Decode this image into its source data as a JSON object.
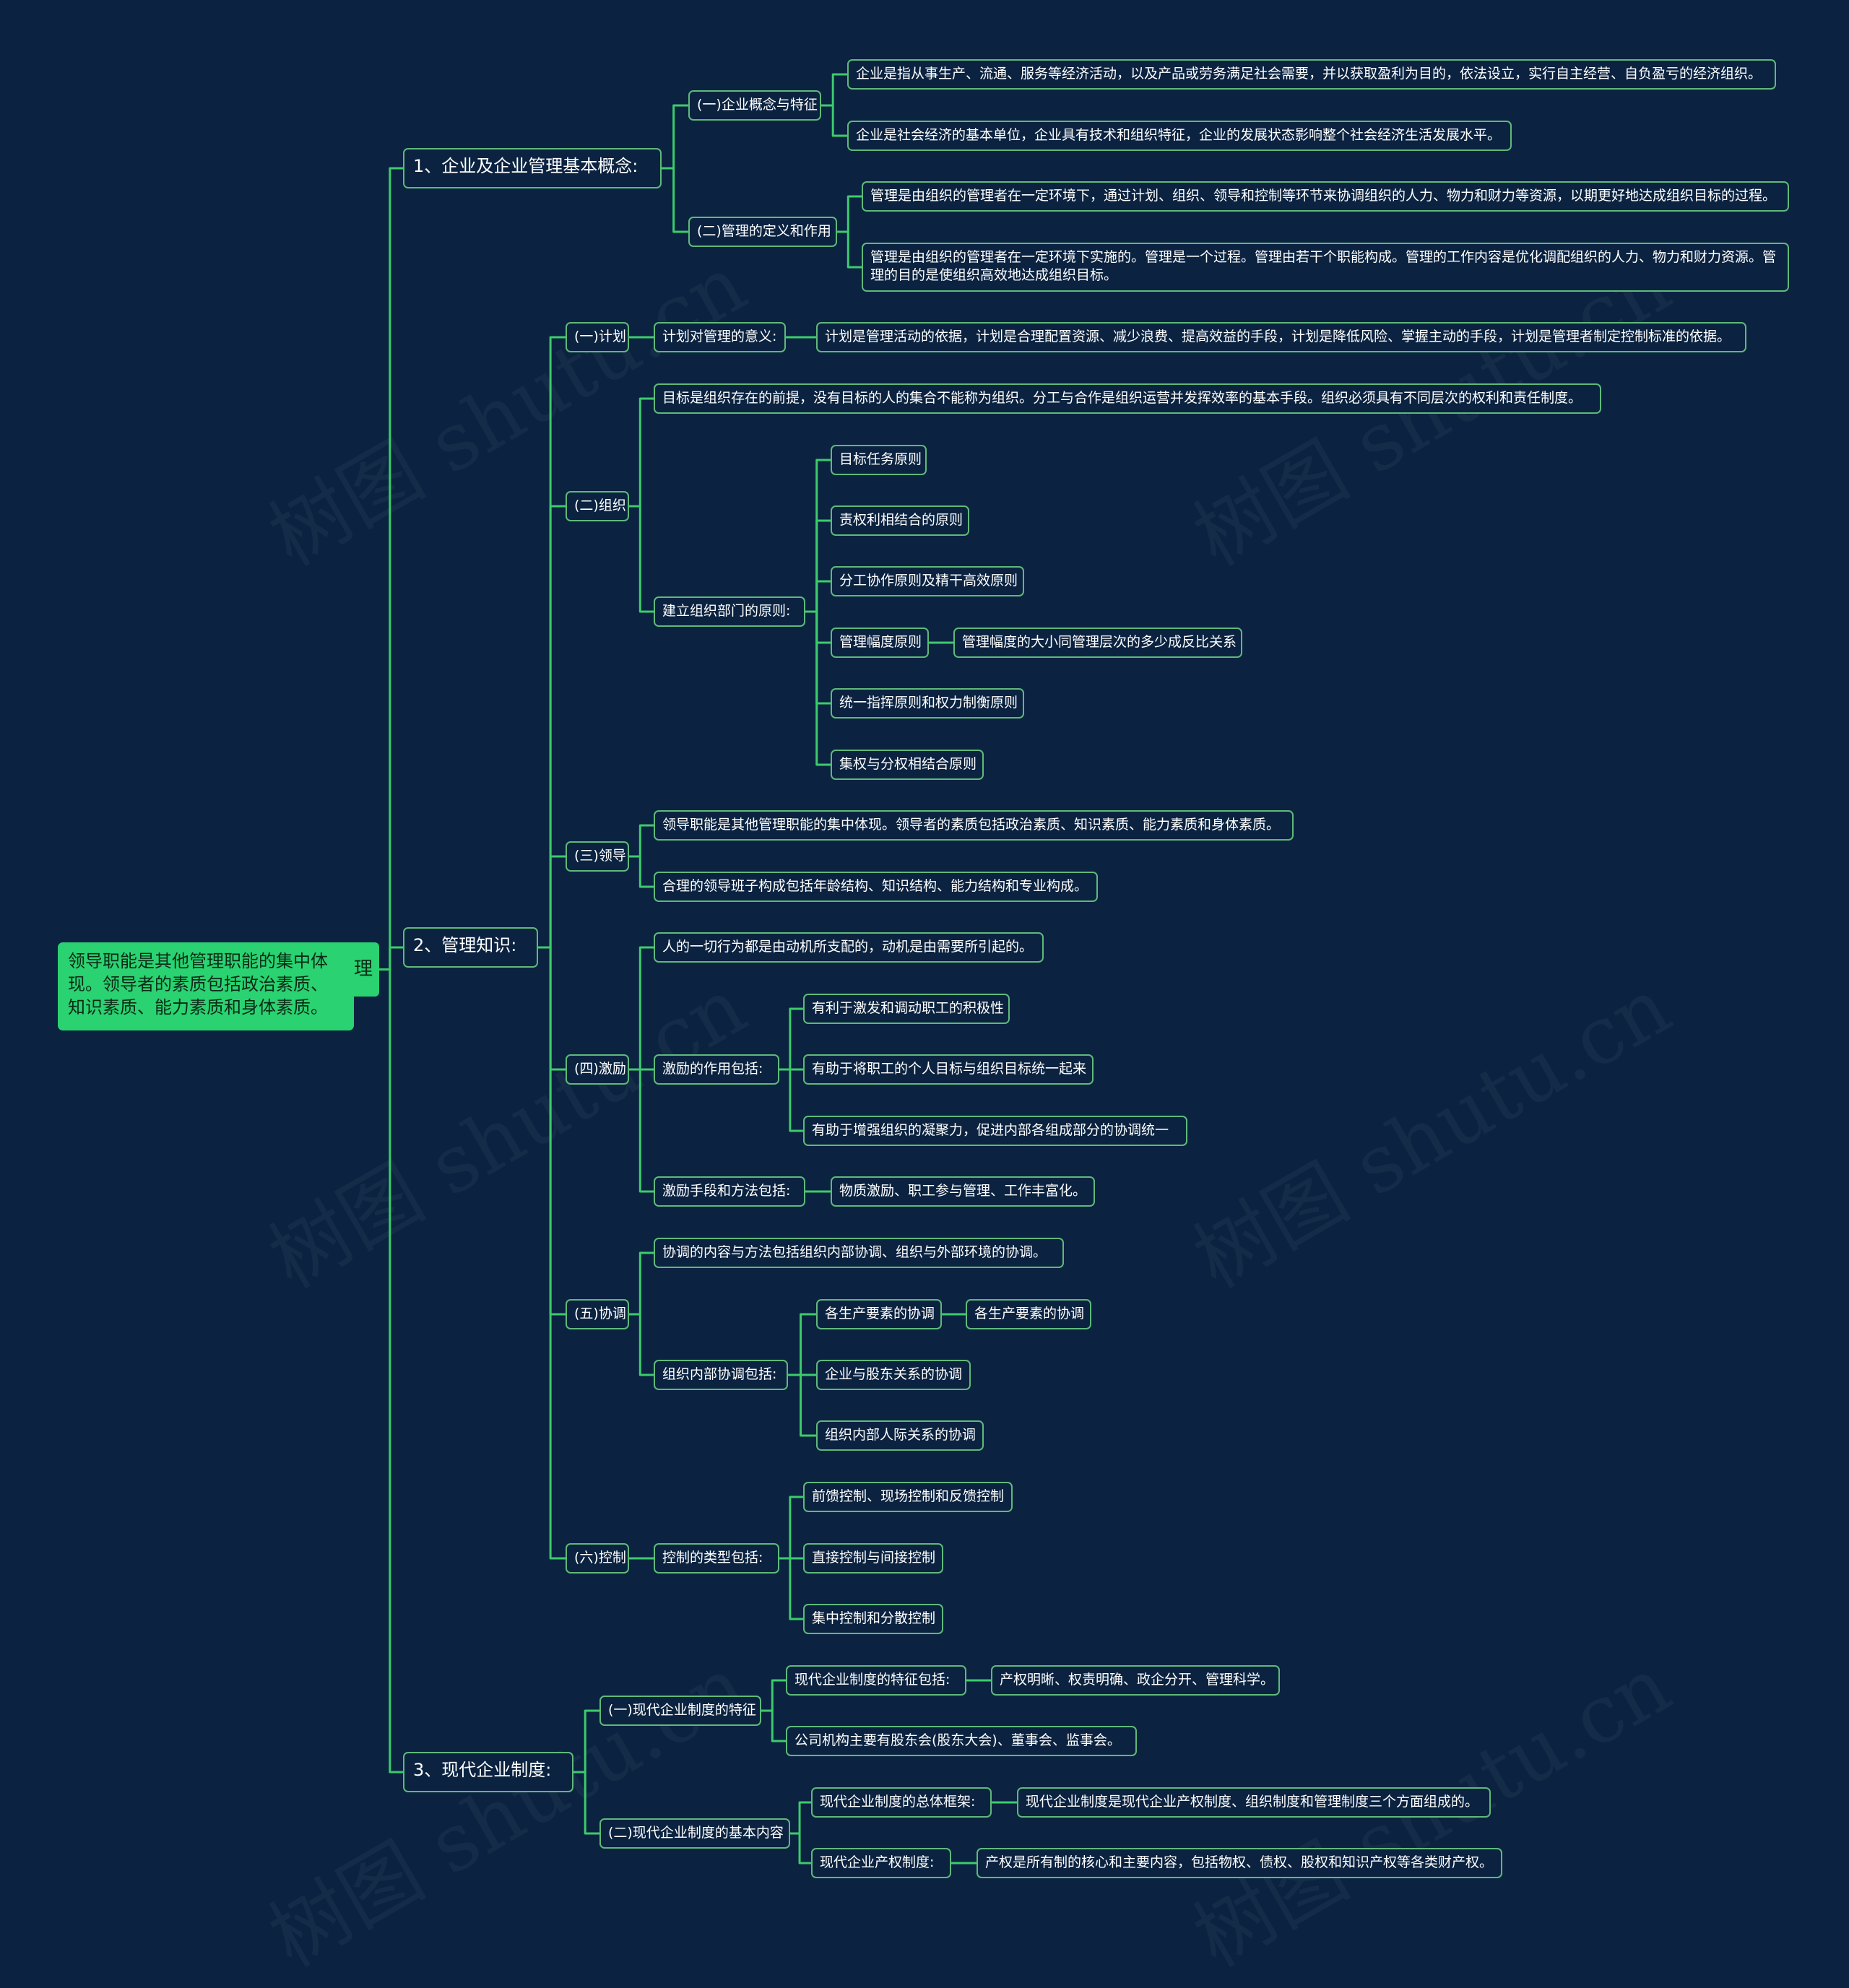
{
  "watermark_text": "树图 shutu.cn",
  "colors": {
    "background": "#0b2340",
    "line": "#3ccb6c",
    "node_border": "#5fb97a",
    "root_fill": "#2ad271"
  },
  "root": {
    "label": "领导职能是其他管理职能的集中体现。领导者的素质包括政治素质、知识素质、能力素质和身体素质。",
    "hidden_label": "理"
  },
  "sections": [
    {
      "label": "1、企业及企业管理基本概念:",
      "children": [
        {
          "label": "(一)企业概念与特征",
          "children": [
            {
              "label": "企业是指从事生产、流通、服务等经济活动，以及产品或劳务满足社会需要，并以获取盈利为目的，依法设立，实行自主经营、自负盈亏的经济组织。"
            },
            {
              "label": "企业是社会经济的基本单位，企业具有技术和组织特征，企业的发展状态影响整个社会经济生活发展水平。"
            }
          ]
        },
        {
          "label": "(二)管理的定义和作用",
          "children": [
            {
              "label": "管理是由组织的管理者在一定环境下，通过计划、组织、领导和控制等环节来协调组织的人力、物力和财力等资源，以期更好地达成组织目标的过程。"
            },
            {
              "label": "管理是由组织的管理者在一定环境下实施的。管理是一个过程。管理由若干个职能构成。管理的工作内容是优化调配组织的人力、物力和财力资源。管理的目的是使组织高效地达成组织目标。"
            }
          ]
        }
      ]
    },
    {
      "label": "2、管理知识:",
      "children": [
        {
          "label": "(一)计划",
          "children": [
            {
              "label": "计划对管理的意义:",
              "children": [
                {
                  "label": "计划是管理活动的依据，计划是合理配置资源、减少浪费、提高效益的手段，计划是降低风险、掌握主动的手段，计划是管理者制定控制标准的依据。"
                }
              ]
            }
          ]
        },
        {
          "label": "(二)组织",
          "children": [
            {
              "label": "目标是组织存在的前提，没有目标的人的集合不能称为组织。分工与合作是组织运营并发挥效率的基本手段。组织必须具有不同层次的权利和责任制度。"
            },
            {
              "label": "建立组织部门的原则:",
              "children": [
                {
                  "label": "目标任务原则"
                },
                {
                  "label": "责权利相结合的原则"
                },
                {
                  "label": "分工协作原则及精干高效原则"
                },
                {
                  "label": "管理幅度原则",
                  "children": [
                    {
                      "label": "管理幅度的大小同管理层次的多少成反比关系"
                    }
                  ]
                },
                {
                  "label": "统一指挥原则和权力制衡原则"
                },
                {
                  "label": "集权与分权相结合原则"
                }
              ]
            }
          ]
        },
        {
          "label": "(三)领导",
          "children": [
            {
              "label": "领导职能是其他管理职能的集中体现。领导者的素质包括政治素质、知识素质、能力素质和身体素质。"
            },
            {
              "label": "合理的领导班子构成包括年龄结构、知识结构、能力结构和专业构成。"
            }
          ]
        },
        {
          "label": "(四)激励",
          "children": [
            {
              "label": "人的一切行为都是由动机所支配的，动机是由需要所引起的。"
            },
            {
              "label": "激励的作用包括:",
              "children": [
                {
                  "label": "有利于激发和调动职工的积极性"
                },
                {
                  "label": "有助于将职工的个人目标与组织目标统一起来"
                },
                {
                  "label": "有助于增强组织的凝聚力，促进内部各组成部分的协调统一"
                }
              ]
            },
            {
              "label": "激励手段和方法包括:",
              "children": [
                {
                  "label": "物质激励、职工参与管理、工作丰富化。"
                }
              ]
            }
          ]
        },
        {
          "label": "(五)协调",
          "children": [
            {
              "label": "协调的内容与方法包括组织内部协调、组织与外部环境的协调。"
            },
            {
              "label": "组织内部协调包括:",
              "children": [
                {
                  "label": "各生产要素的协调",
                  "children": [
                    {
                      "label": "各生产要素的协调"
                    }
                  ]
                },
                {
                  "label": "企业与股东关系的协调"
                },
                {
                  "label": "组织内部人际关系的协调"
                }
              ]
            }
          ]
        },
        {
          "label": "(六)控制",
          "children": [
            {
              "label": "控制的类型包括:",
              "children": [
                {
                  "label": "前馈控制、现场控制和反馈控制"
                },
                {
                  "label": "直接控制与间接控制"
                },
                {
                  "label": "集中控制和分散控制"
                }
              ]
            }
          ]
        }
      ]
    },
    {
      "label": "3、现代企业制度:",
      "children": [
        {
          "label": "(一)现代企业制度的特征",
          "children": [
            {
              "label": "现代企业制度的特征包括:",
              "children": [
                {
                  "label": "产权明晰、权责明确、政企分开、管理科学。"
                }
              ]
            },
            {
              "label": "公司机构主要有股东会(股东大会)、董事会、监事会。"
            }
          ]
        },
        {
          "label": "(二)现代企业制度的基本内容",
          "children": [
            {
              "label": "现代企业制度的总体框架:",
              "children": [
                {
                  "label": "现代企业制度是现代企业产权制度、组织制度和管理制度三个方面组成的。"
                }
              ]
            },
            {
              "label": "现代企业产权制度:",
              "children": [
                {
                  "label": "产权是所有制的核心和主要内容，包括物权、债权、股权和知识产权等各类财产权。"
                }
              ]
            }
          ]
        }
      ]
    }
  ]
}
